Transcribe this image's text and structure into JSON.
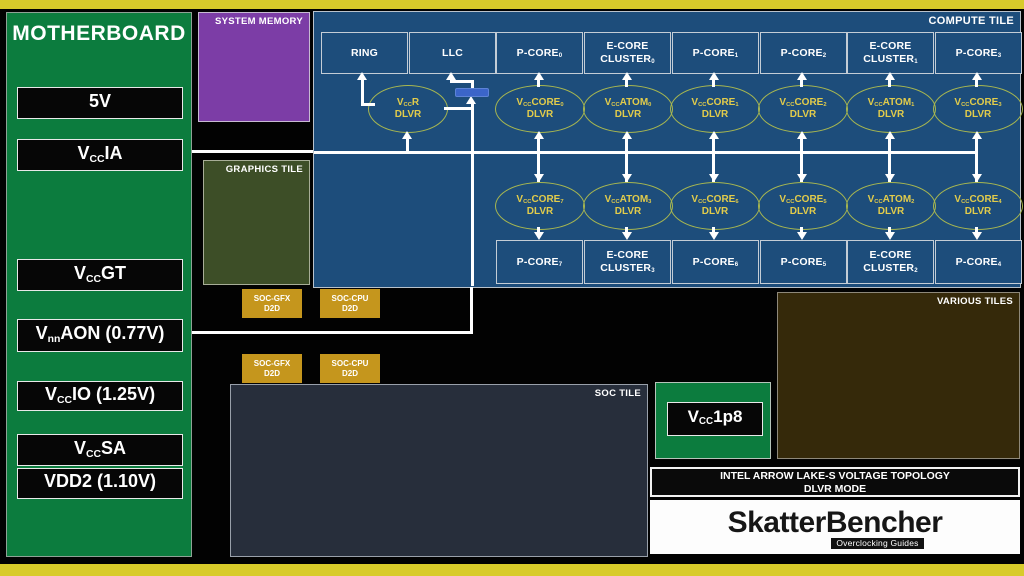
{
  "colors": {
    "frame_yellow": "#d8cb2a",
    "motherboard_green": "#0c7c3e",
    "system_memory_purple": "#7c3da6",
    "graphics_olive": "#3d4e27",
    "compute_blue": "#1d4d7b",
    "soc_slate": "#272e3b",
    "various_brown": "#35290a",
    "d2d_gold": "#c5961d",
    "dlvr_yellow": "#e2cc4b",
    "switch_blue": "#3b65c9",
    "wire_white": "#ffffff"
  },
  "motherboard": {
    "title": "MOTHERBOARD",
    "rails": [
      {
        "pre": "5V",
        "sub": "",
        "post": ""
      },
      {
        "pre": "V",
        "sub": "CC",
        "post": "IA"
      },
      {
        "pre": "V",
        "sub": "CC",
        "post": "GT"
      },
      {
        "pre": "V",
        "sub": "nn",
        "post": "AON (0.77V)"
      },
      {
        "pre": "V",
        "sub": "CC",
        "post": "IO (1.25V)"
      },
      {
        "pre": "V",
        "sub": "CC",
        "post": "SA"
      },
      {
        "pre": "VDD2 (1.10V)",
        "sub": "",
        "post": ""
      }
    ]
  },
  "tiles": {
    "system_memory": "SYSTEM MEMORY",
    "graphics": "GRAPHICS TILE",
    "compute": "COMPUTE TILE",
    "soc": "SOC TILE",
    "various": "VARIOUS TILES"
  },
  "d2d": {
    "gfx_line1": "SOC-GFX",
    "cpu_line1": "SOC-CPU",
    "line2": "D2D"
  },
  "compute": {
    "top_blocks": [
      {
        "line1": "RING"
      },
      {
        "line1": "LLC"
      },
      {
        "line1": "P-CORE",
        "sub1": "0"
      },
      {
        "line1": "E-CORE",
        "line2": "CLUSTER",
        "sub2": "0"
      },
      {
        "line1": "P-CORE",
        "sub1": "1"
      },
      {
        "line1": "P-CORE",
        "sub1": "2"
      },
      {
        "line1": "E-CORE",
        "line2": "CLUSTER",
        "sub2": "1"
      },
      {
        "line1": "P-CORE",
        "sub1": "3"
      }
    ],
    "dlvr_row1": [
      {
        "v": "V",
        "vsub": "CC",
        "name": "R",
        "nsub": "",
        "dlvr": "DLVR"
      },
      {
        "v": "V",
        "vsub": "CC",
        "name": "CORE",
        "nsub": "0",
        "dlvr": "DLVR"
      },
      {
        "v": "V",
        "vsub": "CC",
        "name": "ATOM",
        "nsub": "0",
        "dlvr": "DLVR"
      },
      {
        "v": "V",
        "vsub": "CC",
        "name": "CORE",
        "nsub": "1",
        "dlvr": "DLVR"
      },
      {
        "v": "V",
        "vsub": "CC",
        "name": "CORE",
        "nsub": "2",
        "dlvr": "DLVR"
      },
      {
        "v": "V",
        "vsub": "CC",
        "name": "ATOM",
        "nsub": "1",
        "dlvr": "DLVR"
      },
      {
        "v": "V",
        "vsub": "CC",
        "name": "CORE",
        "nsub": "3",
        "dlvr": "DLVR"
      }
    ],
    "dlvr_row2": [
      {
        "v": "V",
        "vsub": "CC",
        "name": "CORE",
        "nsub": "7",
        "dlvr": "DLVR"
      },
      {
        "v": "V",
        "vsub": "CC",
        "name": "ATOM",
        "nsub": "3",
        "dlvr": "DLVR"
      },
      {
        "v": "V",
        "vsub": "CC",
        "name": "CORE",
        "nsub": "6",
        "dlvr": "DLVR"
      },
      {
        "v": "V",
        "vsub": "CC",
        "name": "CORE",
        "nsub": "5",
        "dlvr": "DLVR"
      },
      {
        "v": "V",
        "vsub": "CC",
        "name": "ATOM",
        "nsub": "2",
        "dlvr": "DLVR"
      },
      {
        "v": "V",
        "vsub": "CC",
        "name": "CORE",
        "nsub": "4",
        "dlvr": "DLVR"
      }
    ],
    "bottom_blocks": [
      {
        "line1": "P-CORE",
        "sub1": "7"
      },
      {
        "line1": "E-CORE",
        "line2": "CLUSTER",
        "sub2": "3"
      },
      {
        "line1": "P-CORE",
        "sub1": "6"
      },
      {
        "line1": "P-CORE",
        "sub1": "5"
      },
      {
        "line1": "E-CORE",
        "line2": "CLUSTER",
        "sub2": "2"
      },
      {
        "line1": "P-CORE",
        "sub1": "4"
      }
    ]
  },
  "vcc1p8": {
    "pre": "V",
    "sub": "CC",
    "post": "1p8"
  },
  "footer": {
    "title_line1": "INTEL ARROW LAKE-S VOLTAGE TOPOLOGY",
    "title_line2": "DLVR MODE",
    "brand": "SkatterBencher",
    "brand_sub": "Overclocking Guides"
  }
}
